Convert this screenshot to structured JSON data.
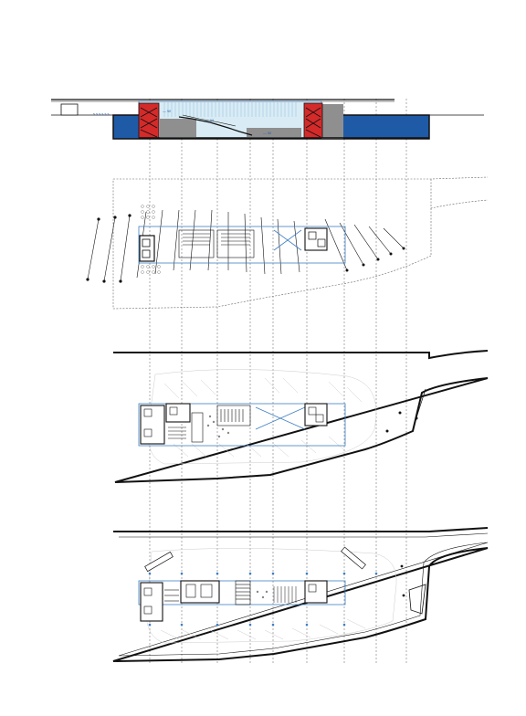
{
  "drawing": {
    "section_title": "",
    "plan_titles": [
      "",
      "",
      ""
    ],
    "section_labels": [
      "s s s s s s",
      "— W",
      "— W",
      "— W"
    ],
    "colors": {
      "ground_blue": "#1f5aa6",
      "stair_red": "#d42a2a",
      "glass_light": "#d9ecf5",
      "fill_gray": "#8f8f8f",
      "plan_blue": "#3f7fc4",
      "line_black": "#111111",
      "guide_gray": "#777777"
    }
  }
}
